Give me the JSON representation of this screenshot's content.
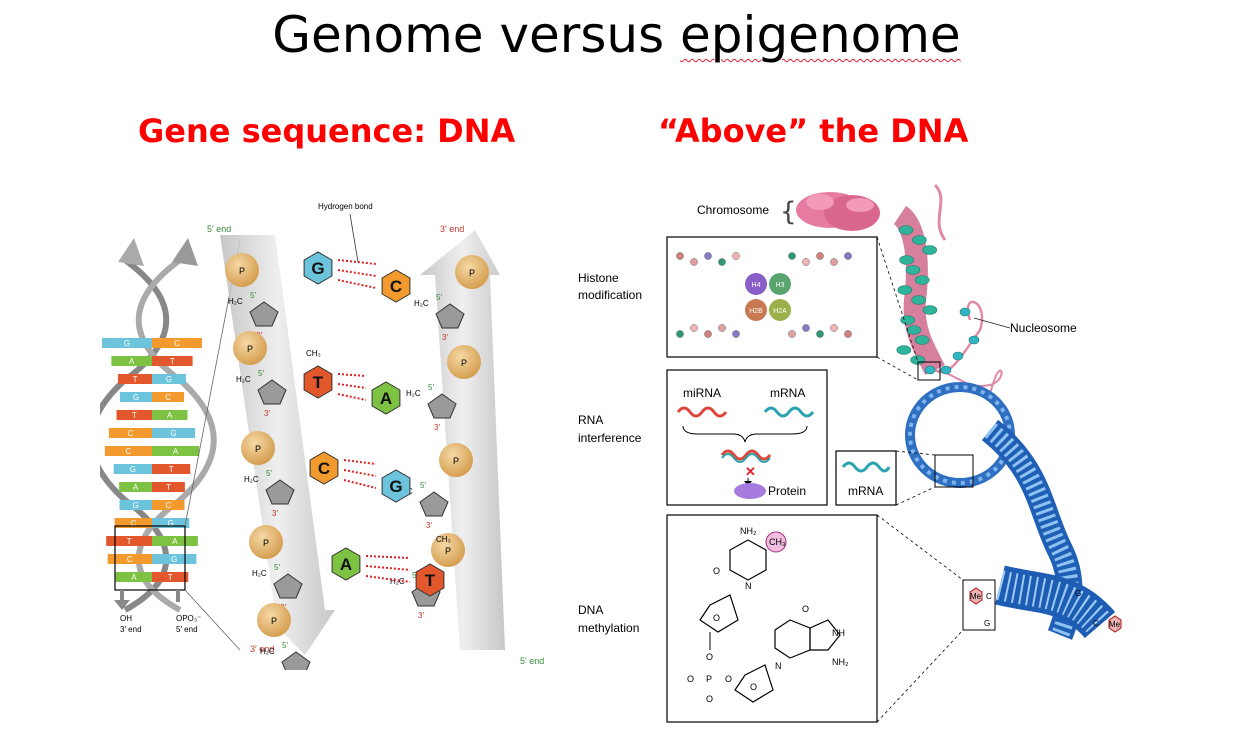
{
  "slide": {
    "title_part1": "Genome versus ",
    "title_part2": "epigenome",
    "left_heading": "Gene sequence: DNA",
    "right_heading": "“Above” the DNA"
  },
  "dna": {
    "five_end_top": "5′ end",
    "three_end_top": "3′ end",
    "three_end_bottom": "3′ end",
    "five_end_bottom": "5′ end",
    "hydrogen_bond": "Hydrogen bond",
    "oh_label": "OH",
    "oh_end": "3′ end",
    "opo3_label": "OPO₃⁻",
    "opo3_end": "5′ end",
    "bases": [
      "G",
      "C",
      "T",
      "A",
      "C",
      "G",
      "A",
      "T"
    ],
    "helix_pairs": [
      [
        "G",
        "C"
      ],
      [
        "A",
        "T"
      ],
      [
        "T",
        "G"
      ],
      [
        "G",
        "C"
      ],
      [
        "T",
        "A"
      ],
      [
        "C",
        "G"
      ],
      [
        "C",
        "A"
      ],
      [
        "G",
        "T"
      ],
      [
        "A",
        "T"
      ],
      [
        "G",
        "C"
      ],
      [
        "C",
        "G"
      ],
      [
        "T",
        "A"
      ],
      [
        "C",
        "G"
      ],
      [
        "A",
        "T"
      ]
    ],
    "phosphate": "P",
    "ch3": "CH₃",
    "h2c5": "H₂C",
    "five_prime": "5′",
    "three_prime": "3′"
  },
  "epi": {
    "chromosome": "Chromosome",
    "histone_modification": [
      "Histone",
      "modification"
    ],
    "nucleosome": "Nucleosome",
    "rna_interference": [
      "RNA",
      "interference"
    ],
    "mirna": "miRNA",
    "mrna": "mRNA",
    "protein": "Protein",
    "mrna_box": "mRNA",
    "dna_methylation": [
      "DNA",
      "methylation"
    ],
    "histones": [
      "H4",
      "H3",
      "H2B",
      "H2A"
    ],
    "me": "Me",
    "c": "C",
    "g": "G",
    "ch3": "CH₃",
    "nh2": "NH₂",
    "nh": "NH",
    "n": "N",
    "o": "O",
    "h": "H",
    "p": "P"
  }
}
